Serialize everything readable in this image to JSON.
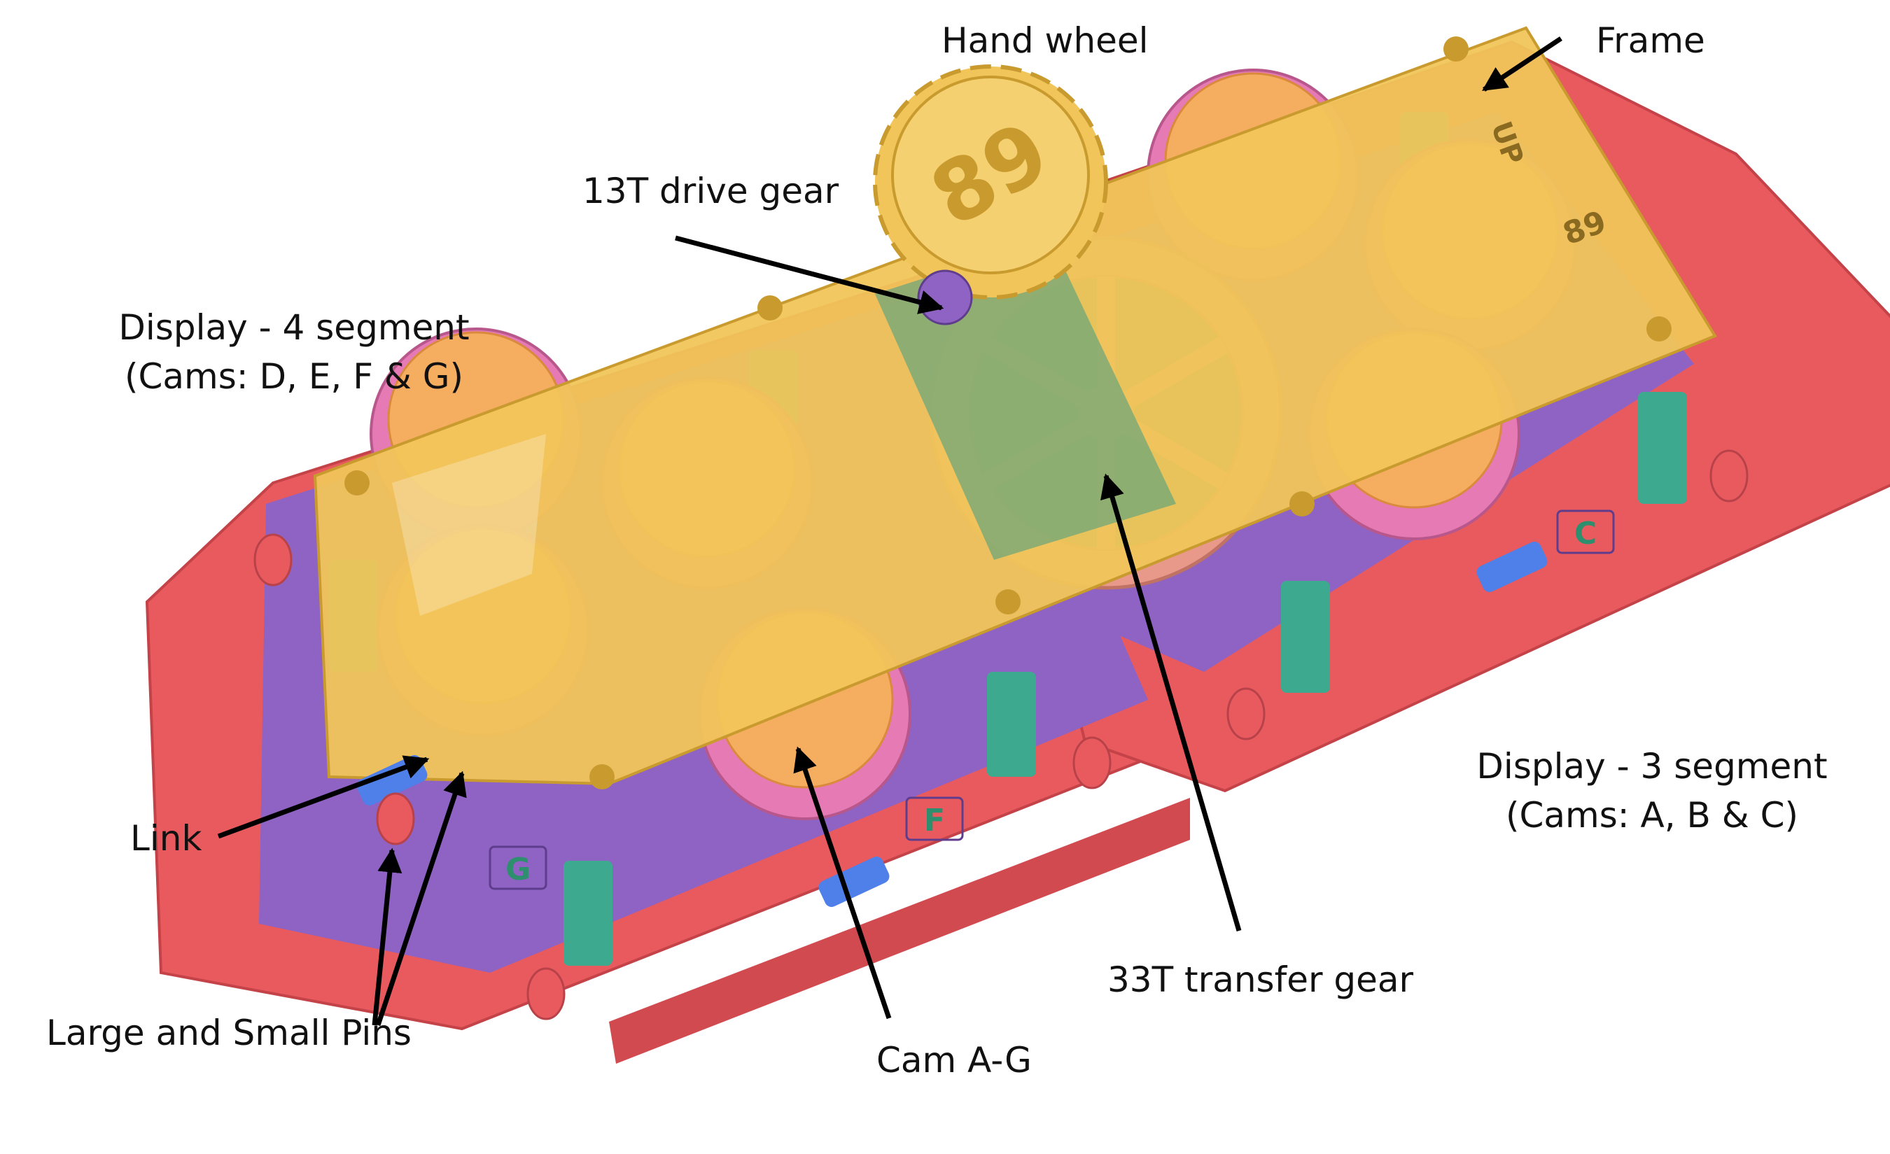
{
  "labels": {
    "hand_wheel": "Hand wheel",
    "frame": "Frame",
    "drive_gear": "13T drive gear",
    "display4_line1": "Display - 4 segment",
    "display4_line2": "(Cams: D, E, F & G)",
    "display3_line1": "Display - 3 segment",
    "display3_line2": "(Cams: A, B & C)",
    "link": "Link",
    "pins": "Large and Small Pins",
    "cam": "Cam A-G",
    "transfer_gear": "33T transfer gear"
  },
  "part_markings": {
    "wheel_number": "89",
    "frame_up": "UP",
    "frame_num": "89",
    "base_g": "G",
    "base_f": "F",
    "base_c": "C"
  },
  "colors": {
    "base": "#e95a5e",
    "base_plate": "#8e63c3",
    "frame": "#f1c55a",
    "cam": "#f5ad60",
    "gear": "#e67ab5",
    "transfer_gear": "#e8998a",
    "post": "#3daa90",
    "link": "#4f7fe8"
  }
}
